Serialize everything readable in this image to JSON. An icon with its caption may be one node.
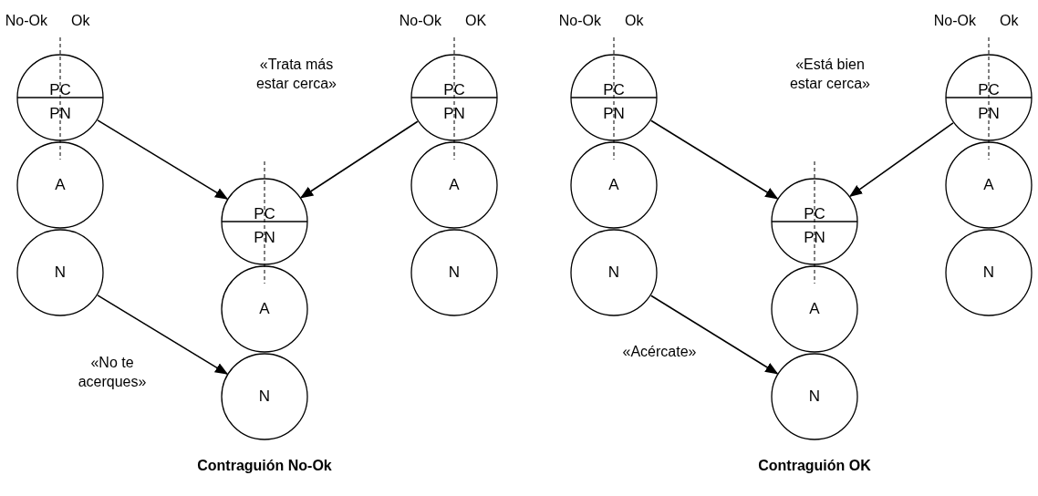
{
  "diagram": {
    "nodes": [
      {
        "text": [
          "PC",
          "PN"
        ]
      },
      {
        "text": [
          "A"
        ]
      },
      {
        "text": [
          "N"
        ]
      },
      {
        "text": [
          "PC",
          "PN"
        ]
      },
      {
        "text": [
          "A"
        ]
      },
      {
        "text": [
          "N"
        ]
      },
      {
        "text": [
          "PC",
          "PN"
        ]
      },
      {
        "text": [
          "A"
        ]
      },
      {
        "text": [
          "N"
        ]
      },
      {
        "text": [
          "PC",
          "PN"
        ]
      },
      {
        "text": [
          "A"
        ]
      },
      {
        "text": [
          "N"
        ]
      },
      {
        "text": [
          "PC",
          "PN"
        ]
      },
      {
        "text": [
          "A"
        ]
      },
      {
        "text": [
          "N"
        ]
      },
      {
        "text": [
          "PC",
          "PN"
        ]
      },
      {
        "text": [
          "A"
        ]
      },
      {
        "text": [
          "N"
        ]
      }
    ],
    "edges": [
      {
        "from": 0,
        "to": 3,
        "arrow": "to"
      },
      {
        "from": 6,
        "to": 3,
        "arrow": "to"
      },
      {
        "from": 2,
        "to": 5,
        "arrow": "to",
        "label": "«No te acerques»"
      },
      {
        "from": 9,
        "to": 12,
        "arrow": "to"
      },
      {
        "from": 15,
        "to": 12,
        "arrow": "to"
      },
      {
        "from": 11,
        "to": 14,
        "arrow": "to",
        "label": "«Acércate»"
      }
    ],
    "labels": [
      "No-Ok",
      "Ok",
      "No-Ok",
      "OK",
      "«Trata más estar cerca»",
      "No-Ok",
      "Ok",
      "No-Ok",
      "Ok",
      "«Está bien estar cerca»",
      "Contraguión No-Ok",
      "Contraguión OK"
    ]
  }
}
